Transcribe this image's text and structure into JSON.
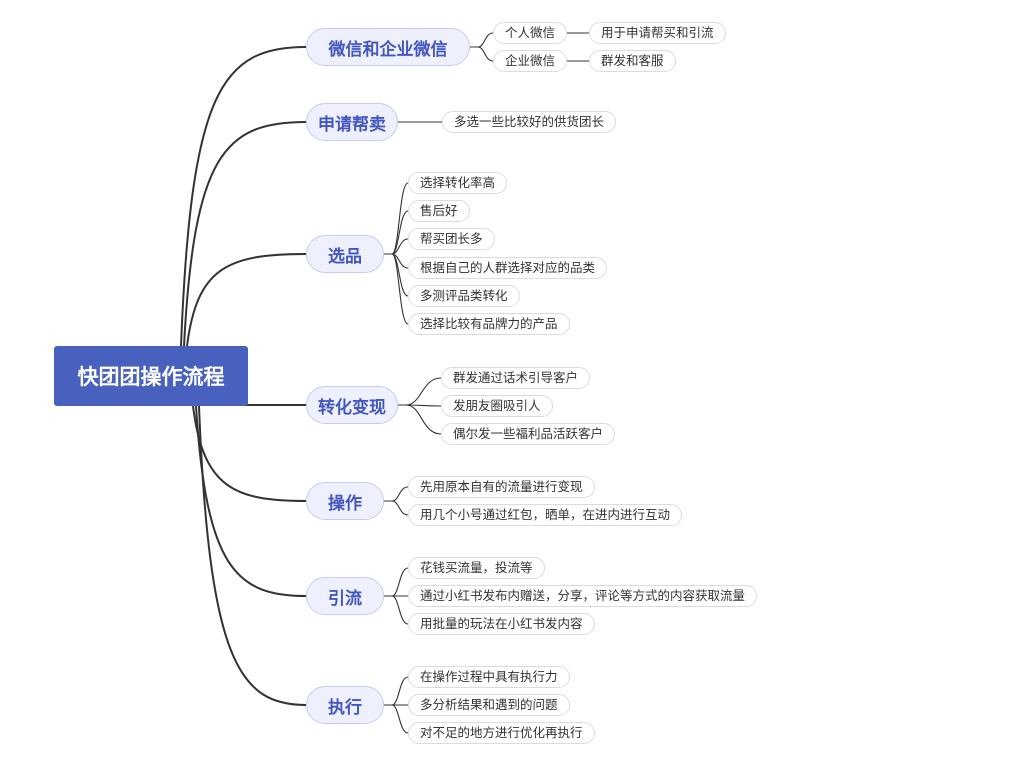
{
  "root": {
    "label": "快团团操作流程"
  },
  "branches": [
    {
      "label": "微信和企业微信",
      "items": [
        {
          "label": "个人微信",
          "child": "用于申请帮买和引流"
        },
        {
          "label": "企业微信",
          "child": "群发和客服"
        }
      ]
    },
    {
      "label": "申请帮卖",
      "items": [
        {
          "label": "多选一些比较好的供货团长"
        }
      ]
    },
    {
      "label": "选品",
      "items": [
        {
          "label": "选择转化率高"
        },
        {
          "label": "售后好"
        },
        {
          "label": "帮买团长多"
        },
        {
          "label": "根据自己的人群选择对应的品类"
        },
        {
          "label": "多测评品类转化"
        },
        {
          "label": "选择比较有品牌力的产品"
        }
      ]
    },
    {
      "label": "转化变现",
      "items": [
        {
          "label": "群发通过话术引导客户"
        },
        {
          "label": "发朋友圈吸引人"
        },
        {
          "label": "偶尔发一些福利品活跃客户"
        }
      ]
    },
    {
      "label": "操作",
      "items": [
        {
          "label": "先用原本自有的流量进行变现"
        },
        {
          "label": "用几个小号通过红包，晒单，在进内进行互动"
        }
      ]
    },
    {
      "label": "引流",
      "items": [
        {
          "label": "花钱买流量，投流等"
        },
        {
          "label": "通过小红书发布内赠送，分享，评论等方式的内容获取流量"
        },
        {
          "label": "用批量的玩法在小红书发内容"
        }
      ]
    },
    {
      "label": "执行",
      "items": [
        {
          "label": "在操作过程中具有执行力"
        },
        {
          "label": "多分析结果和遇到的问题"
        },
        {
          "label": "对不足的地方进行优化再执行"
        }
      ]
    }
  ],
  "colors": {
    "root_fill": "#4860be",
    "branch_fill": "#eef0fd",
    "branch_text": "#4357bf",
    "link": "#333333"
  }
}
